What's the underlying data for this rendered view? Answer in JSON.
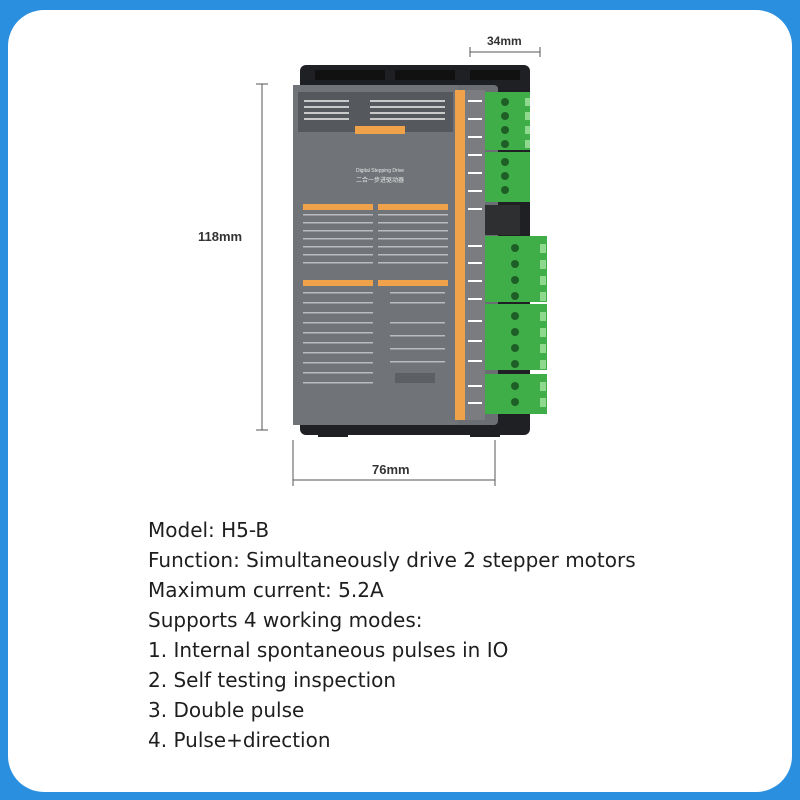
{
  "dimensions": {
    "width": "34mm",
    "height": "118mm",
    "depth": "76mm"
  },
  "specs": [
    "Model: H5-B",
    "Function: Simultaneously drive 2 stepper motors",
    "Maximum current: 5.2A",
    "Supports 4 working modes:",
    "1. Internal spontaneous pulses in IO",
    "2. Self testing inspection",
    "3. Double pulse",
    "4. Pulse+direction"
  ],
  "device": {
    "title": "Digital Stepping Drive",
    "subtitle": "二合一步进驱动器"
  },
  "colors": {
    "border": "#2b8fe0",
    "orange": "#f0a24a",
    "terminal_green": "#3fae49",
    "body_gray": "#6b6e72"
  }
}
